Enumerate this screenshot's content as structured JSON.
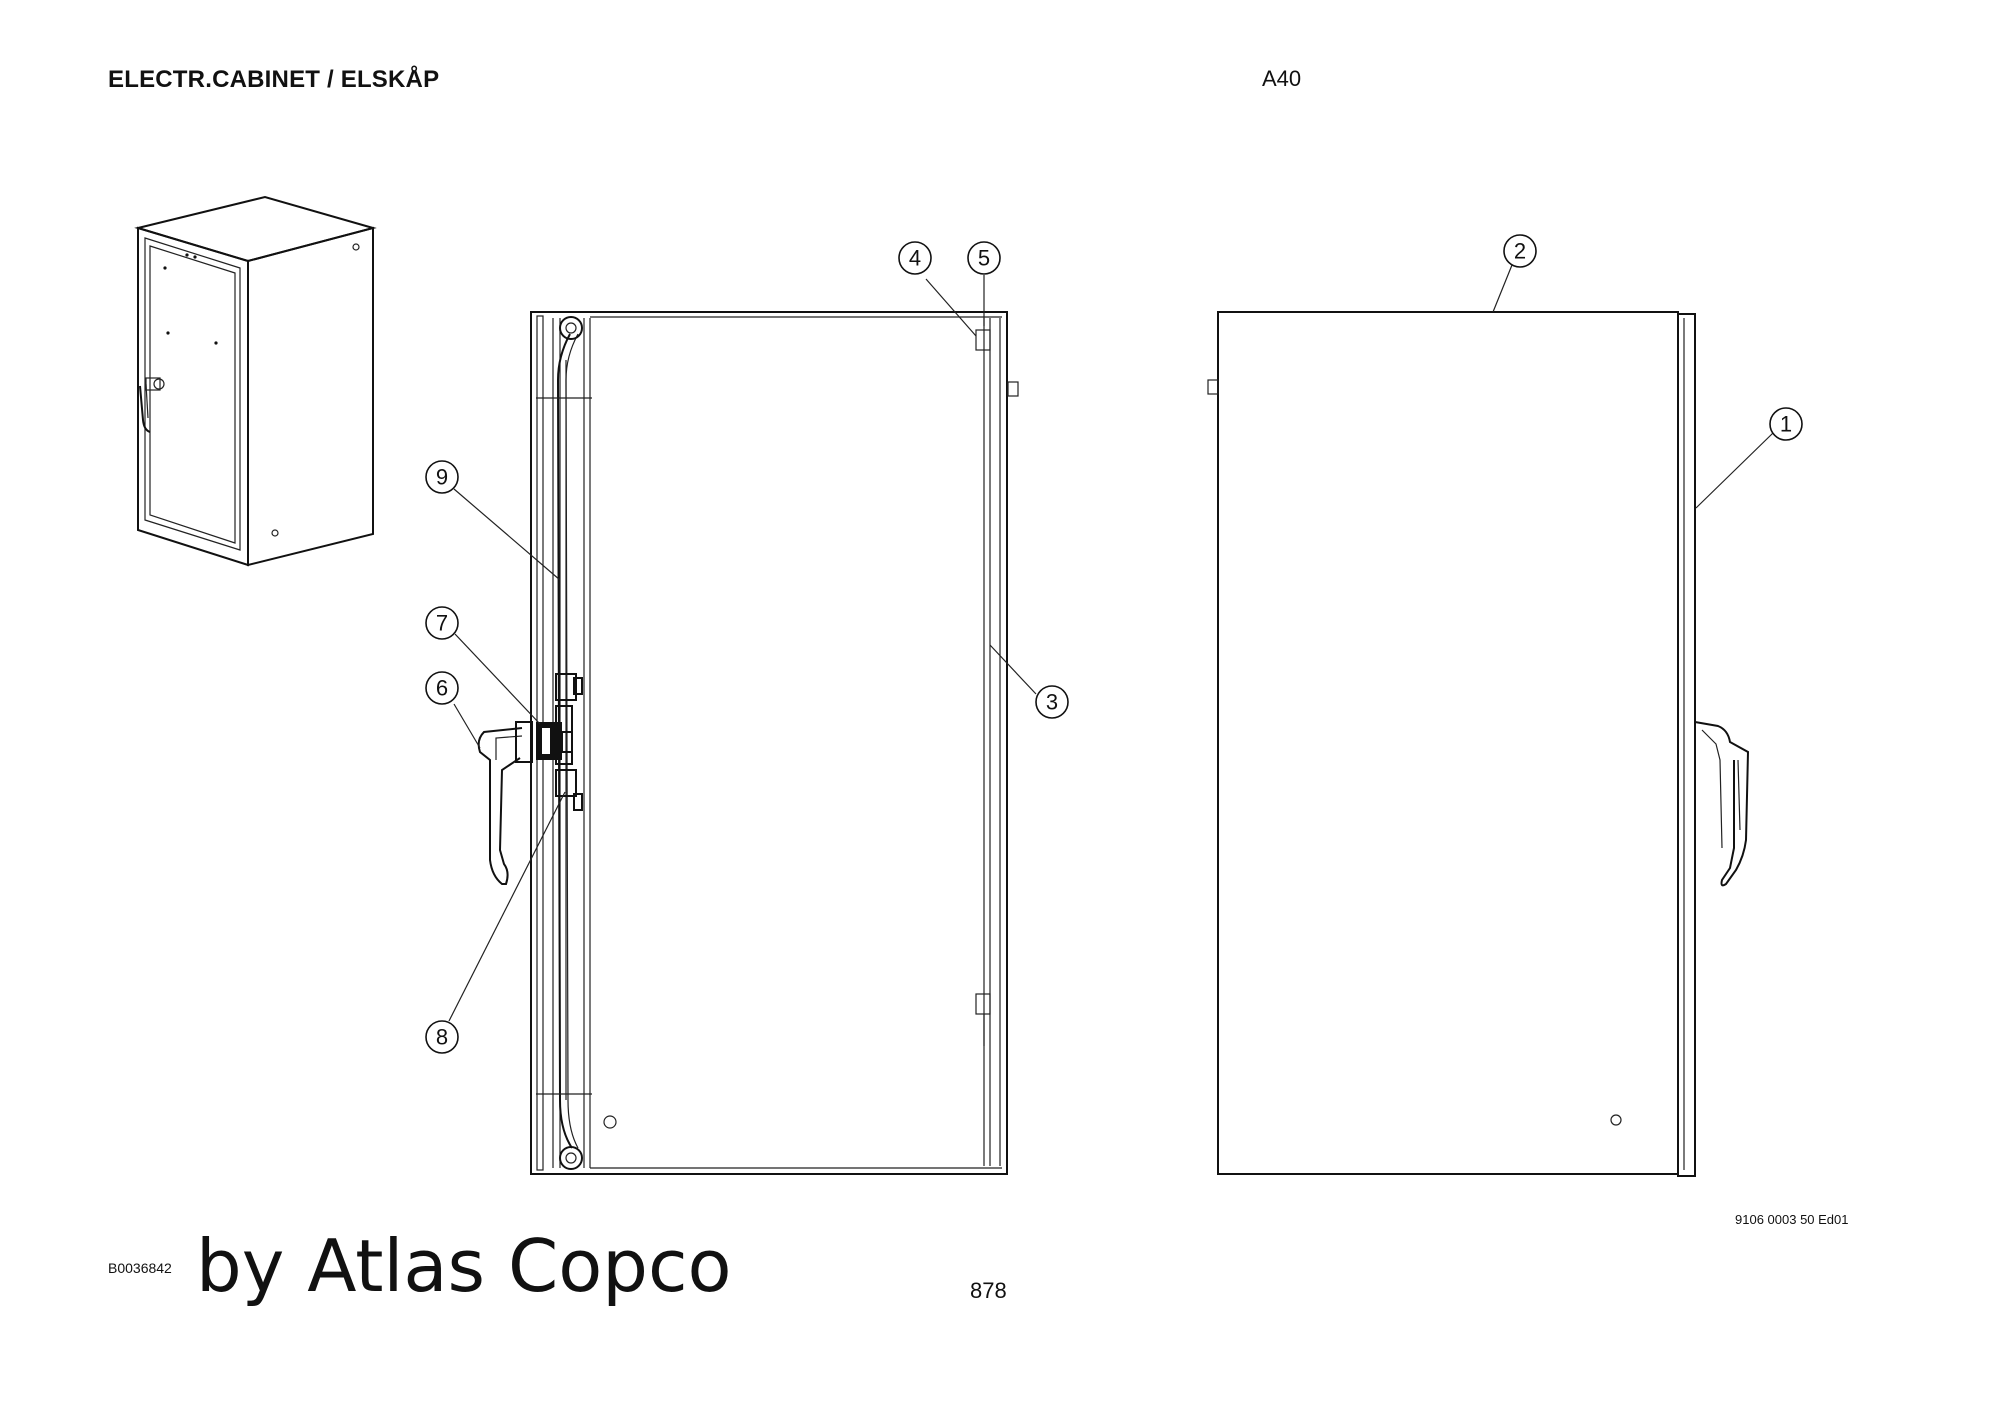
{
  "header": {
    "title": "ELECTR.CABINET / ELSKÅP",
    "code": "A40"
  },
  "footer": {
    "doc_number": "9106 0003 50 Ed01",
    "page_number": "878",
    "image_id": "B0036842",
    "brand": "by Atlas Copco"
  },
  "callouts": [
    "1",
    "2",
    "3",
    "4",
    "5",
    "6",
    "7",
    "8",
    "9"
  ]
}
